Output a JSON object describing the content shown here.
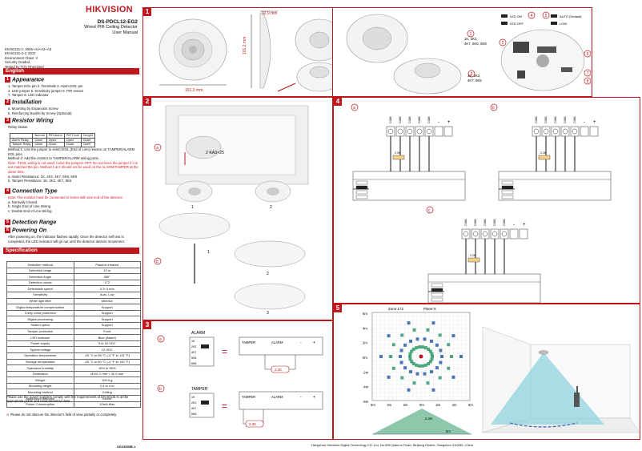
{
  "brand": {
    "logo": "HIKVISION"
  },
  "header": {
    "model": "DS-PDCL12-EG2",
    "title": "Wired PIR Ceiling Detector",
    "subtitle": "User Manual"
  },
  "standards": [
    "EN 50131-1: 2006+A1+A2+A3",
    "EN 50131-2-2: 2017",
    "Environment Class: II",
    "Security Graded",
    "Tested by TÜV Rheinland"
  ],
  "language_bar": "English",
  "sections": {
    "appearance": {
      "num": "1",
      "title": "Appearance",
      "lines": [
        "1. Tamper EOL pin 2. Terminals 3. Alarm EOL pin",
        "4. LED jumper 5. Sensitivity jumper 6. PIR sensor",
        "7. Tamper 8. LED indicator"
      ]
    },
    "installation": {
      "num": "2",
      "title": "Installation",
      "lines": [
        "a. Mounting by Expansion Screw",
        "b. Reinforcing Buckle by Screw (Optional)"
      ]
    },
    "resistor": {
      "num": "3",
      "title": "Resistor Wiring",
      "relay_status": "Relay Status",
      "table": [
        [
          "",
          "Normal",
          "PIR Alarm",
          "PIR Fault",
          "Tamper"
        ],
        [
          "Alarm Relay",
          "Close",
          "Open",
          "Open",
          "Close"
        ],
        [
          "Tamper Relay",
          "Close",
          "Close",
          "Close",
          "Open"
        ]
      ],
      "method1": "Method 1: Use the jumper to select EOL (End of Line) resistor on TAMPER/ALARM EOL pins.",
      "method2": "Method 2: Add the resistor to TAMPER/ALARM wiring ports.",
      "note": "Note: If EOL wiring is not used, move the jumpers OFF. Do not force the jumper if it is not matched the pin. Method 1 & 2 should not be used on the ALARM/TAMPER at the same time.",
      "alarm_res": "a. Alarm Resistance: 1K, 2K2, 4K7, 5K6, 6K8",
      "tamper_res": "b. Tamper Resistance: 1K, 2K2, 4K7, 5K6"
    },
    "connection": {
      "num": "4",
      "title": "Connection Type",
      "note": "Note: The resistor must be connected in series with one end of the detector.",
      "lines": [
        "a. Normally Closed",
        "b. Single End of Line Wiring",
        "c. Double End of Line Wiring"
      ]
    },
    "range": {
      "num": "5",
      "title": "Detection Range"
    },
    "power": {
      "num": "6",
      "title": "Powering On",
      "text": "After powering on, the indicator flashes rapidly. Once the detector self test is completed, the LED indicator will go out until the detector detects movement."
    }
  },
  "spec_bar": "Specification",
  "spec": [
    [
      "Detection method",
      "Passive infrared"
    ],
    [
      "Detection range",
      "12 m"
    ],
    [
      "Detection Angle",
      "360°"
    ],
    [
      "Detection zones",
      "172"
    ],
    [
      "Detectable speed",
      "0.3~3 m/s"
    ],
    [
      "Sensitivity",
      "Auto, Low"
    ],
    [
      "White light filter",
      "6500lux"
    ],
    [
      "Digital temperature compensation",
      "Support"
    ],
    [
      "Creep zone protection",
      "Support"
    ],
    [
      "Digital processing",
      "Support"
    ],
    [
      "Sealed optics",
      "Support"
    ],
    [
      "Tamper protection",
      "Front"
    ],
    [
      "LED indicator",
      "Blue (Alarm)"
    ],
    [
      "Power supply",
      "9 to 16 VDC"
    ],
    [
      "Typical voltage",
      "12 VDC"
    ],
    [
      "Operation temperature",
      "-20 °C to 55 °C (-4 °F to 131 °F)"
    ],
    [
      "Storage temperature",
      "-20 °C to 60 °C (-4 °F to 140 °F)"
    ],
    [
      "Operation humidity",
      "10% to 90%"
    ],
    [
      "Dimension",
      "Ø101.2 mm × 32.9 mm"
    ],
    [
      "Weight",
      "109.5 g"
    ],
    [
      "Mounting height",
      "2.4 to 4 m"
    ],
    [
      "Mounting method",
      "Ceiling"
    ],
    [
      "Application scenario",
      "Indoor"
    ],
    [
      "Power Consumption",
      "10mA Max"
    ]
  ],
  "notes": {
    "power_note": "Please use the power supplies comply with the requirements of EN 50131-6 at the appropriate grade and environmental class.",
    "warning": "Please do not obscure the detector's field of view partially or completely."
  },
  "doc_id": "UD23935B-1",
  "footer": "Hangzhou Hikvision Digital Technology CO.,Ltd. No.555 Qianmo Road, Binjiang District, Hangzhou 310052, China",
  "panels": {
    "p1": {
      "num": "1",
      "dim_top": "32.9 mm",
      "dim_side": "101.2 mm",
      "dim_bottom": "101.2 mm",
      "jumper_led_on": "LED ON",
      "jumper_led_off": "LED OFF",
      "jumper_auto": "AUTO (Default)",
      "jumper_low": "LOW",
      "eol_top": [
        "1K, 2K2,",
        "4K7, 5K6, 6K8"
      ],
      "eol_bot": [
        "1K, 2K2,",
        "4K7, 5K6"
      ],
      "callouts": [
        "1",
        "2",
        "3",
        "4",
        "5",
        "6",
        "7",
        "8"
      ]
    },
    "p2": {
      "num": "2",
      "label_a": "a",
      "label_b": "b",
      "screw": "2 KA3×25",
      "steps": [
        "1",
        "2",
        "1",
        "2",
        "3"
      ]
    },
    "p3": {
      "num": "3",
      "label_a": "a",
      "label_b": "b",
      "alarm": "ALARM",
      "tamper": "TAMPER",
      "res_labels": [
        "1K",
        "2K2",
        "4K7",
        "5K6",
        "6K8"
      ],
      "res_labels_t": [
        "1K",
        "2K2",
        "4K7",
        "5K6"
      ],
      "equals": "=",
      "terminal_labels": [
        "TAMPER",
        "ALARM",
        "-",
        "+"
      ],
      "value_a": "2.2K",
      "value_b": "2.2K"
    },
    "p4": {
      "num": "4",
      "label_a": "a",
      "label_b": "b",
      "label_c": "c",
      "terminals": [
        "COM",
        "COM",
        "COM",
        "COM",
        "COM"
      ],
      "pol": [
        "-",
        "+"
      ],
      "res": "2.2K"
    },
    "p5": {
      "num": "5",
      "zone": "Zone:172",
      "plane": "Plane:X",
      "y_ticks": [
        "6m",
        "4m",
        "2m",
        "0m",
        "-2m",
        "-4m",
        "-6m"
      ],
      "x_ticks": [
        "6m",
        "4m",
        "2m",
        "0m",
        "2m",
        "4m",
        "6m"
      ],
      "h_label": "2.4m",
      "d_label": "6m"
    }
  },
  "colors": {
    "accent": "#c0161d",
    "note_red": "#d0181f",
    "cone": "#8fd3df"
  }
}
